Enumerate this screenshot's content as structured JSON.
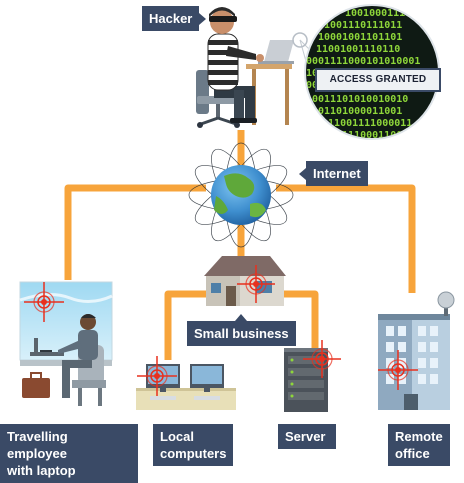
{
  "labels": {
    "hacker": "Hacker",
    "internet": "Internet",
    "small_business": "Small business",
    "travelling_employee": "Travelling employee\nwith laptop",
    "local_computers": "Local\ncomputers",
    "server": "Server",
    "remote_office": "Remote\noffice"
  },
  "screen": {
    "access_text": "ACCESS GRANTED",
    "binary_lines": [
      "1001000111000",
      "01001110111011",
      "10001001101101",
      "11001001110110",
      "0001111000101010001",
      "1001001",
      "001",
      "000100110",
      "0011101010010010",
      "01101000011001",
      "0111001111000011",
      "00111000110001",
      "0001111000"
    ]
  },
  "colors": {
    "connector": "#f7a43b",
    "label_bg": "#3a4a66",
    "target_red": "#e8301e",
    "zoom_bg": "#0f1a14",
    "binary_text": "#8ed63a"
  }
}
